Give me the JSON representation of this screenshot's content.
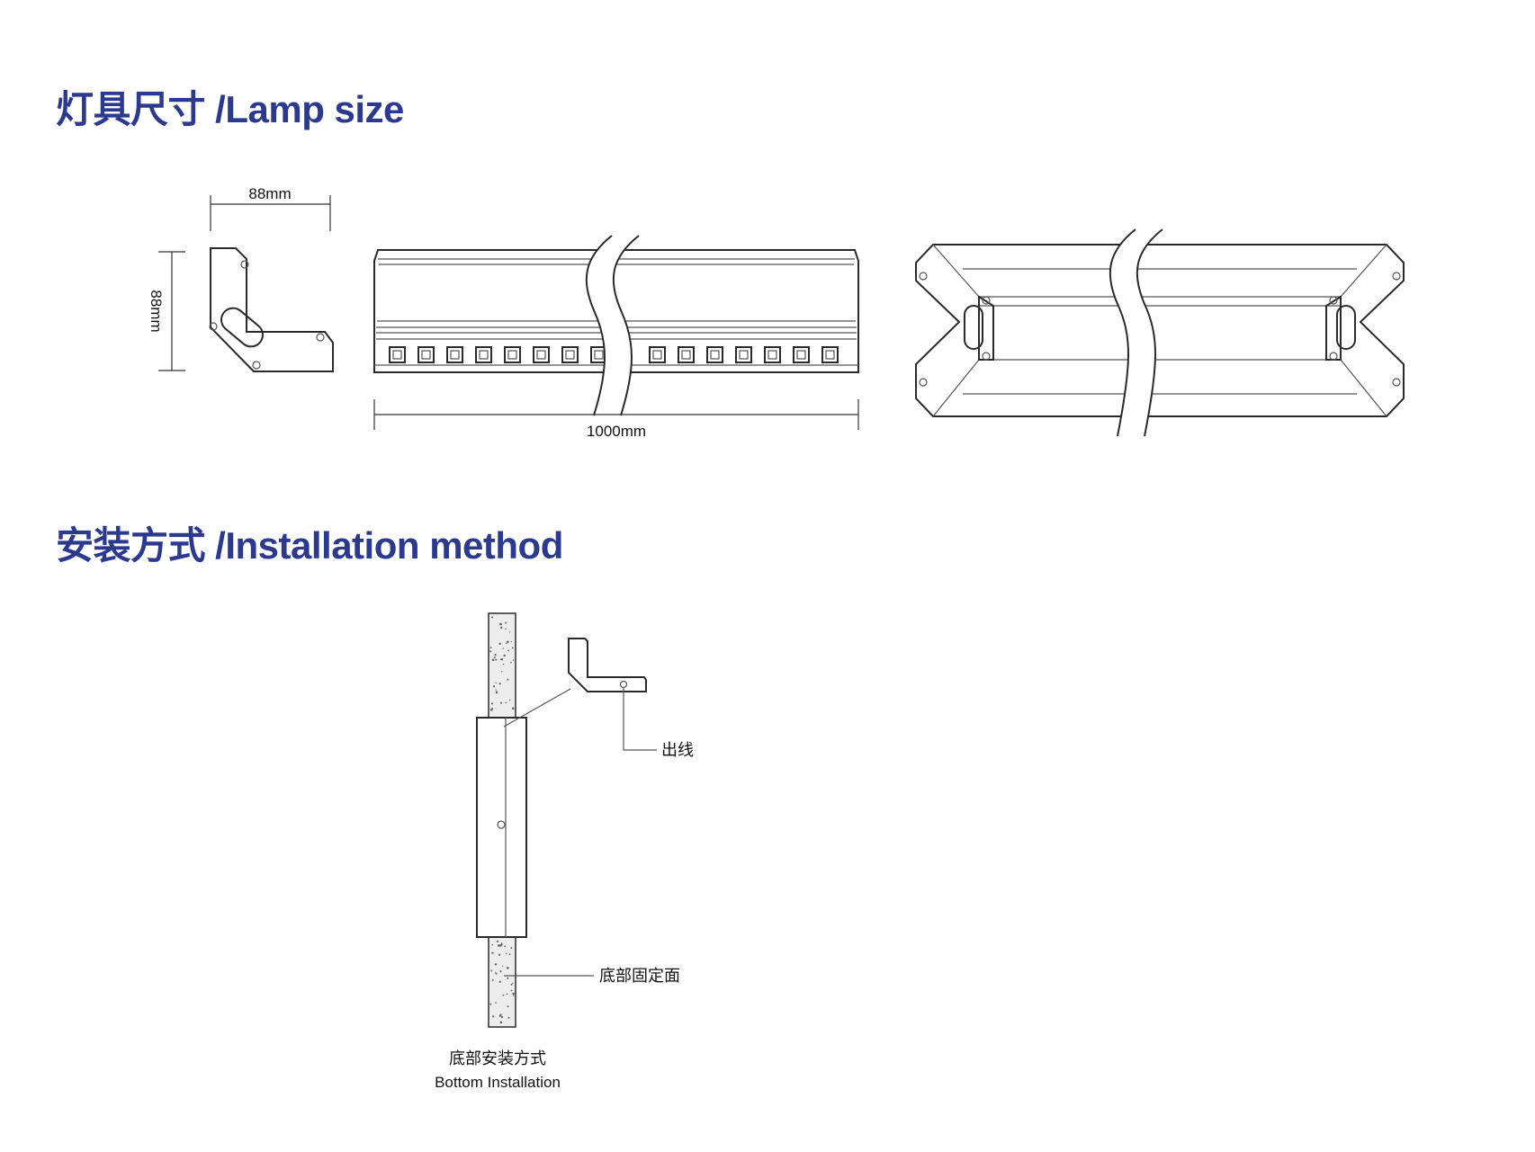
{
  "sections": {
    "lamp_size_title": "灯具尺寸 /Lamp size",
    "installation_title": "安装方式 /Installation method"
  },
  "dimensions": {
    "width_label": "88mm",
    "height_label": "88mm",
    "length_label": "1000mm"
  },
  "installation": {
    "outlet_label": "出线",
    "base_surface_label": "底部固定面",
    "caption_cn": "底部安装方式",
    "caption_en": "Bottom Installation"
  },
  "colors": {
    "heading": "#2b3a8f",
    "line": "#2a2a2a"
  }
}
